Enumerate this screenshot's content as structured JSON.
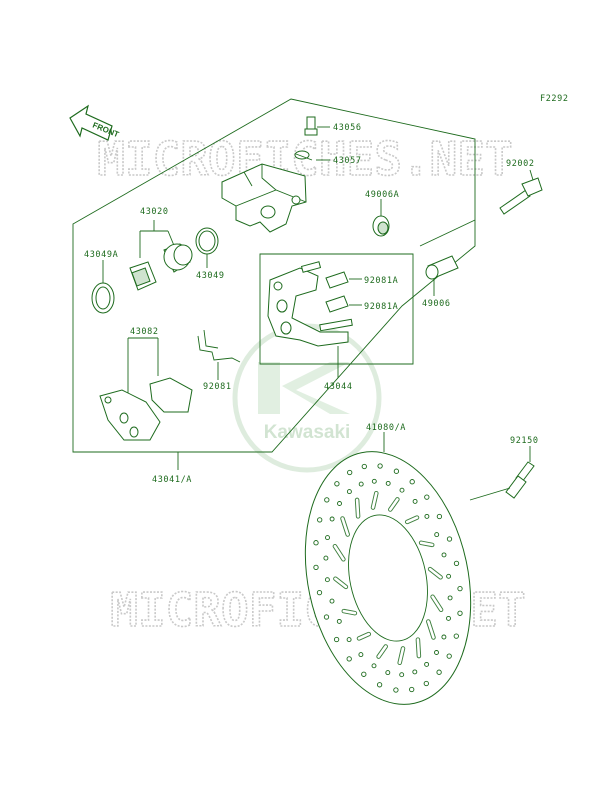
{
  "figure_code": "F2292",
  "front_label": "FRONT",
  "watermark_text": "MICROFICHES.NET",
  "logo_text": "Kawasaki",
  "colors": {
    "line": "#1e6b1e",
    "watermark": "#c9c9c9",
    "logo": "#d8ead8"
  },
  "parts": [
    {
      "id": "43056",
      "label": "43056"
    },
    {
      "id": "43057",
      "label": "43057"
    },
    {
      "id": "92002",
      "label": "92002"
    },
    {
      "id": "43020",
      "label": "43020"
    },
    {
      "id": "49006A",
      "label": "49006A"
    },
    {
      "id": "43049A",
      "label": "43049A"
    },
    {
      "id": "43049",
      "label": "43049"
    },
    {
      "id": "92081A_1",
      "label": "92081A"
    },
    {
      "id": "92081A_2",
      "label": "92081A"
    },
    {
      "id": "49006",
      "label": "49006"
    },
    {
      "id": "43082",
      "label": "43082"
    },
    {
      "id": "43044",
      "label": "43044"
    },
    {
      "id": "92081",
      "label": "92081"
    },
    {
      "id": "41080A",
      "label": "41080/A"
    },
    {
      "id": "92150",
      "label": "92150"
    },
    {
      "id": "43041A",
      "label": "43041/A"
    }
  ]
}
